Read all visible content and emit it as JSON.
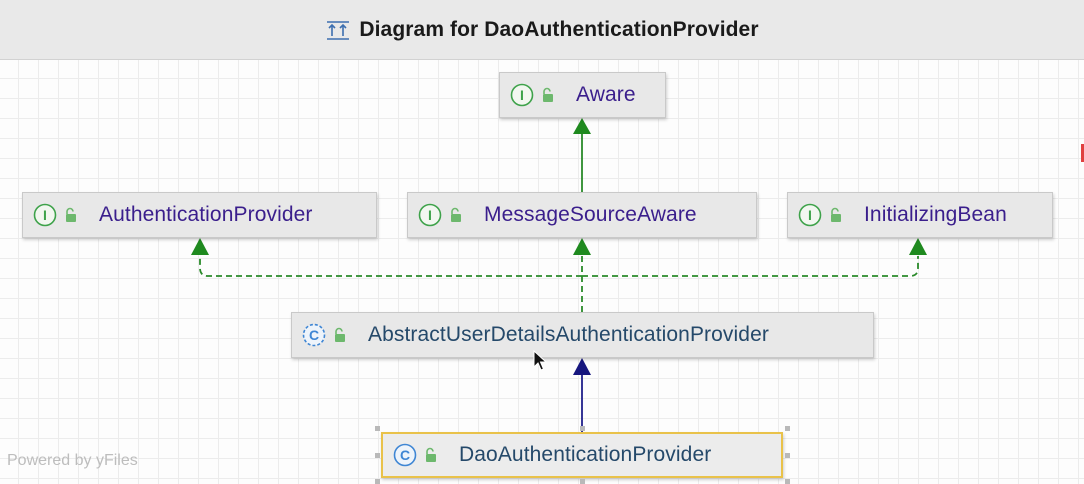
{
  "window": {
    "title": "Diagram for DaoAuthenticationProvider",
    "title_icon": "hierarchy-icon"
  },
  "colors": {
    "interface_text": "#3a1e8c",
    "class_text": "#25496a",
    "extends_edge": "#2a8a2a",
    "implements_edge": "#2a8a2a",
    "subclass_edge": "#20208a",
    "selection": "#e9c24a"
  },
  "nodes": {
    "aware": {
      "label": "Aware",
      "kind": "interface",
      "kind_letter": "I",
      "icon": "interface-icon"
    },
    "authentication_provider": {
      "label": "AuthenticationProvider",
      "kind": "interface",
      "kind_letter": "I",
      "icon": "interface-icon"
    },
    "message_source_aware": {
      "label": "MessageSourceAware",
      "kind": "interface",
      "kind_letter": "I",
      "icon": "interface-icon"
    },
    "initializing_bean": {
      "label": "InitializingBean",
      "kind": "interface",
      "kind_letter": "I",
      "icon": "interface-icon"
    },
    "abstract_user_details": {
      "label": "AbstractUserDetailsAuthenticationProvider",
      "kind": "abstract-class",
      "kind_letter": "C",
      "icon": "abstract-class-icon"
    },
    "dao_authentication_provider": {
      "label": "DaoAuthenticationProvider",
      "kind": "class",
      "kind_letter": "C",
      "icon": "class-icon",
      "selected": true
    }
  },
  "edges": [
    {
      "from": "message_source_aware",
      "to": "aware",
      "type": "extends"
    },
    {
      "from": "abstract_user_details",
      "to": "authentication_provider",
      "type": "implements"
    },
    {
      "from": "abstract_user_details",
      "to": "message_source_aware",
      "type": "implements"
    },
    {
      "from": "abstract_user_details",
      "to": "initializing_bean",
      "type": "implements"
    },
    {
      "from": "dao_authentication_provider",
      "to": "abstract_user_details",
      "type": "extends"
    }
  ],
  "watermark": "Powered by yFiles"
}
